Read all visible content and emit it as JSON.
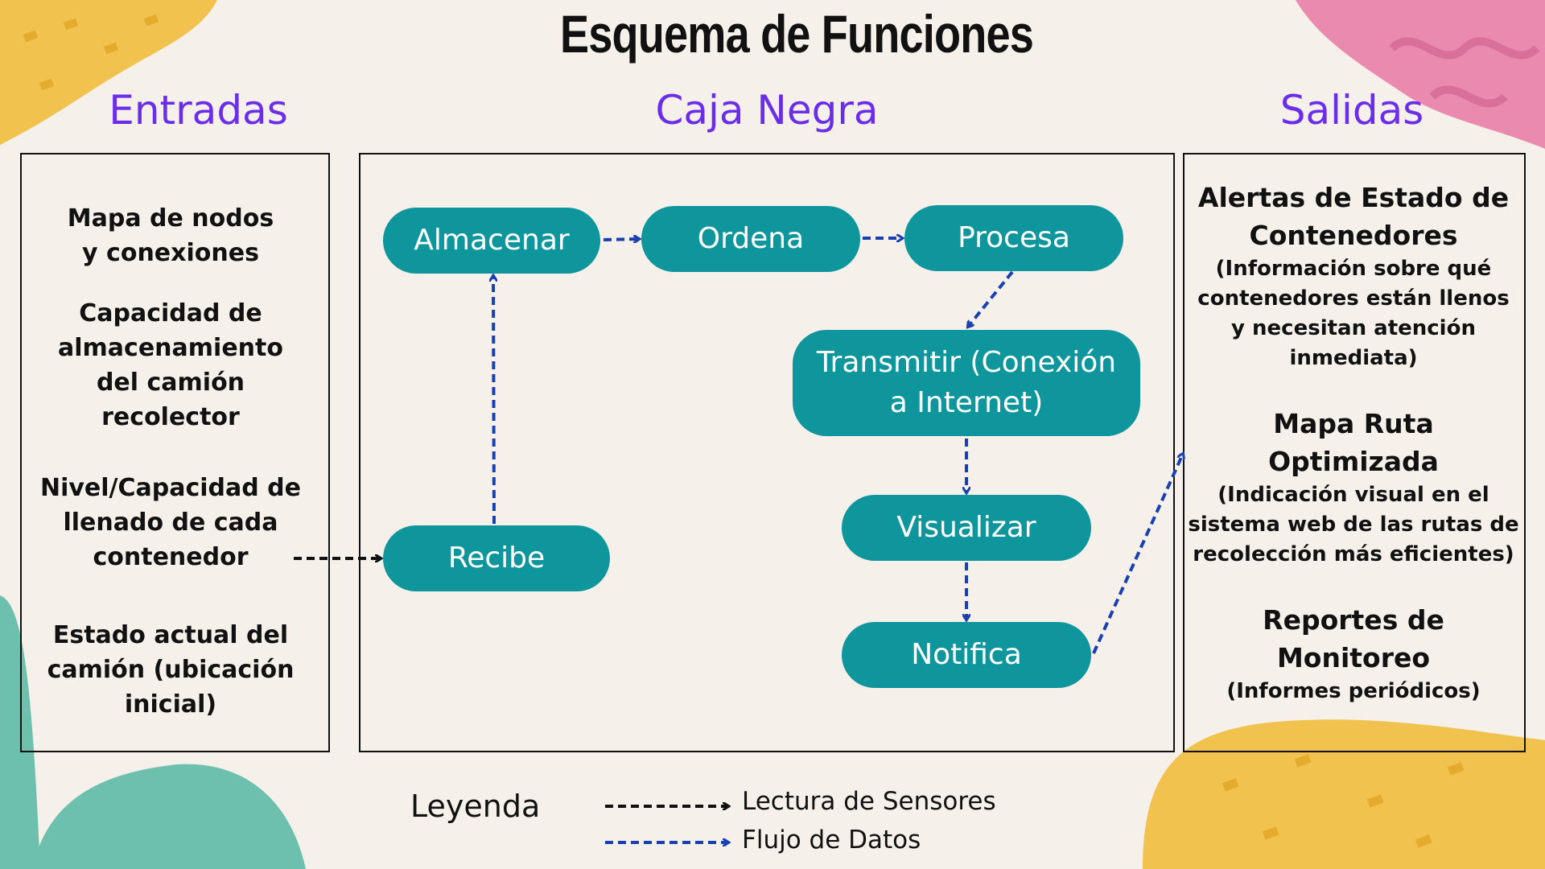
{
  "title": "Esquema de Funciones",
  "sections": {
    "inputs": "Entradas",
    "black_box": "Caja Negra",
    "outputs": "Salidas"
  },
  "inputs": [
    "Mapa de nodos y conexiones",
    "Capacidad de almacenamiento del camión recolector",
    "Nivel/Capacidad de llenado de cada contenedor",
    "Estado actual del camión (ubicación inicial)"
  ],
  "nodes": {
    "almacenar": "Almacenar",
    "ordena": "Ordena",
    "procesa": "Procesa",
    "transmitir": "Transmitir (Conexión a Internet)",
    "visualizar": "Visualizar",
    "notifica": "Notifica",
    "recibe": "Recibe"
  },
  "outputs": [
    {
      "title": "Alertas de Estado de Contenedores",
      "desc": "(Información sobre qué contenedores están llenos y necesitan atención inmediata)"
    },
    {
      "title": "Mapa Ruta Optimizada",
      "desc": "(Indicación visual en el sistema web de las rutas de recolección más eficientes)"
    },
    {
      "title": "Reportes de Monitoreo",
      "desc": "(Informes periódicos)"
    }
  ],
  "legend": {
    "label": "Leyenda",
    "sensor_reading": "Lectura de Sensores",
    "data_flow": "Flujo de Datos"
  },
  "colors": {
    "node_fill": "#0e969c",
    "heading": "#6a2ee8",
    "data_flow": "#1a3fb0",
    "sensor_flow": "#111111",
    "background": "#f5f0ea"
  }
}
